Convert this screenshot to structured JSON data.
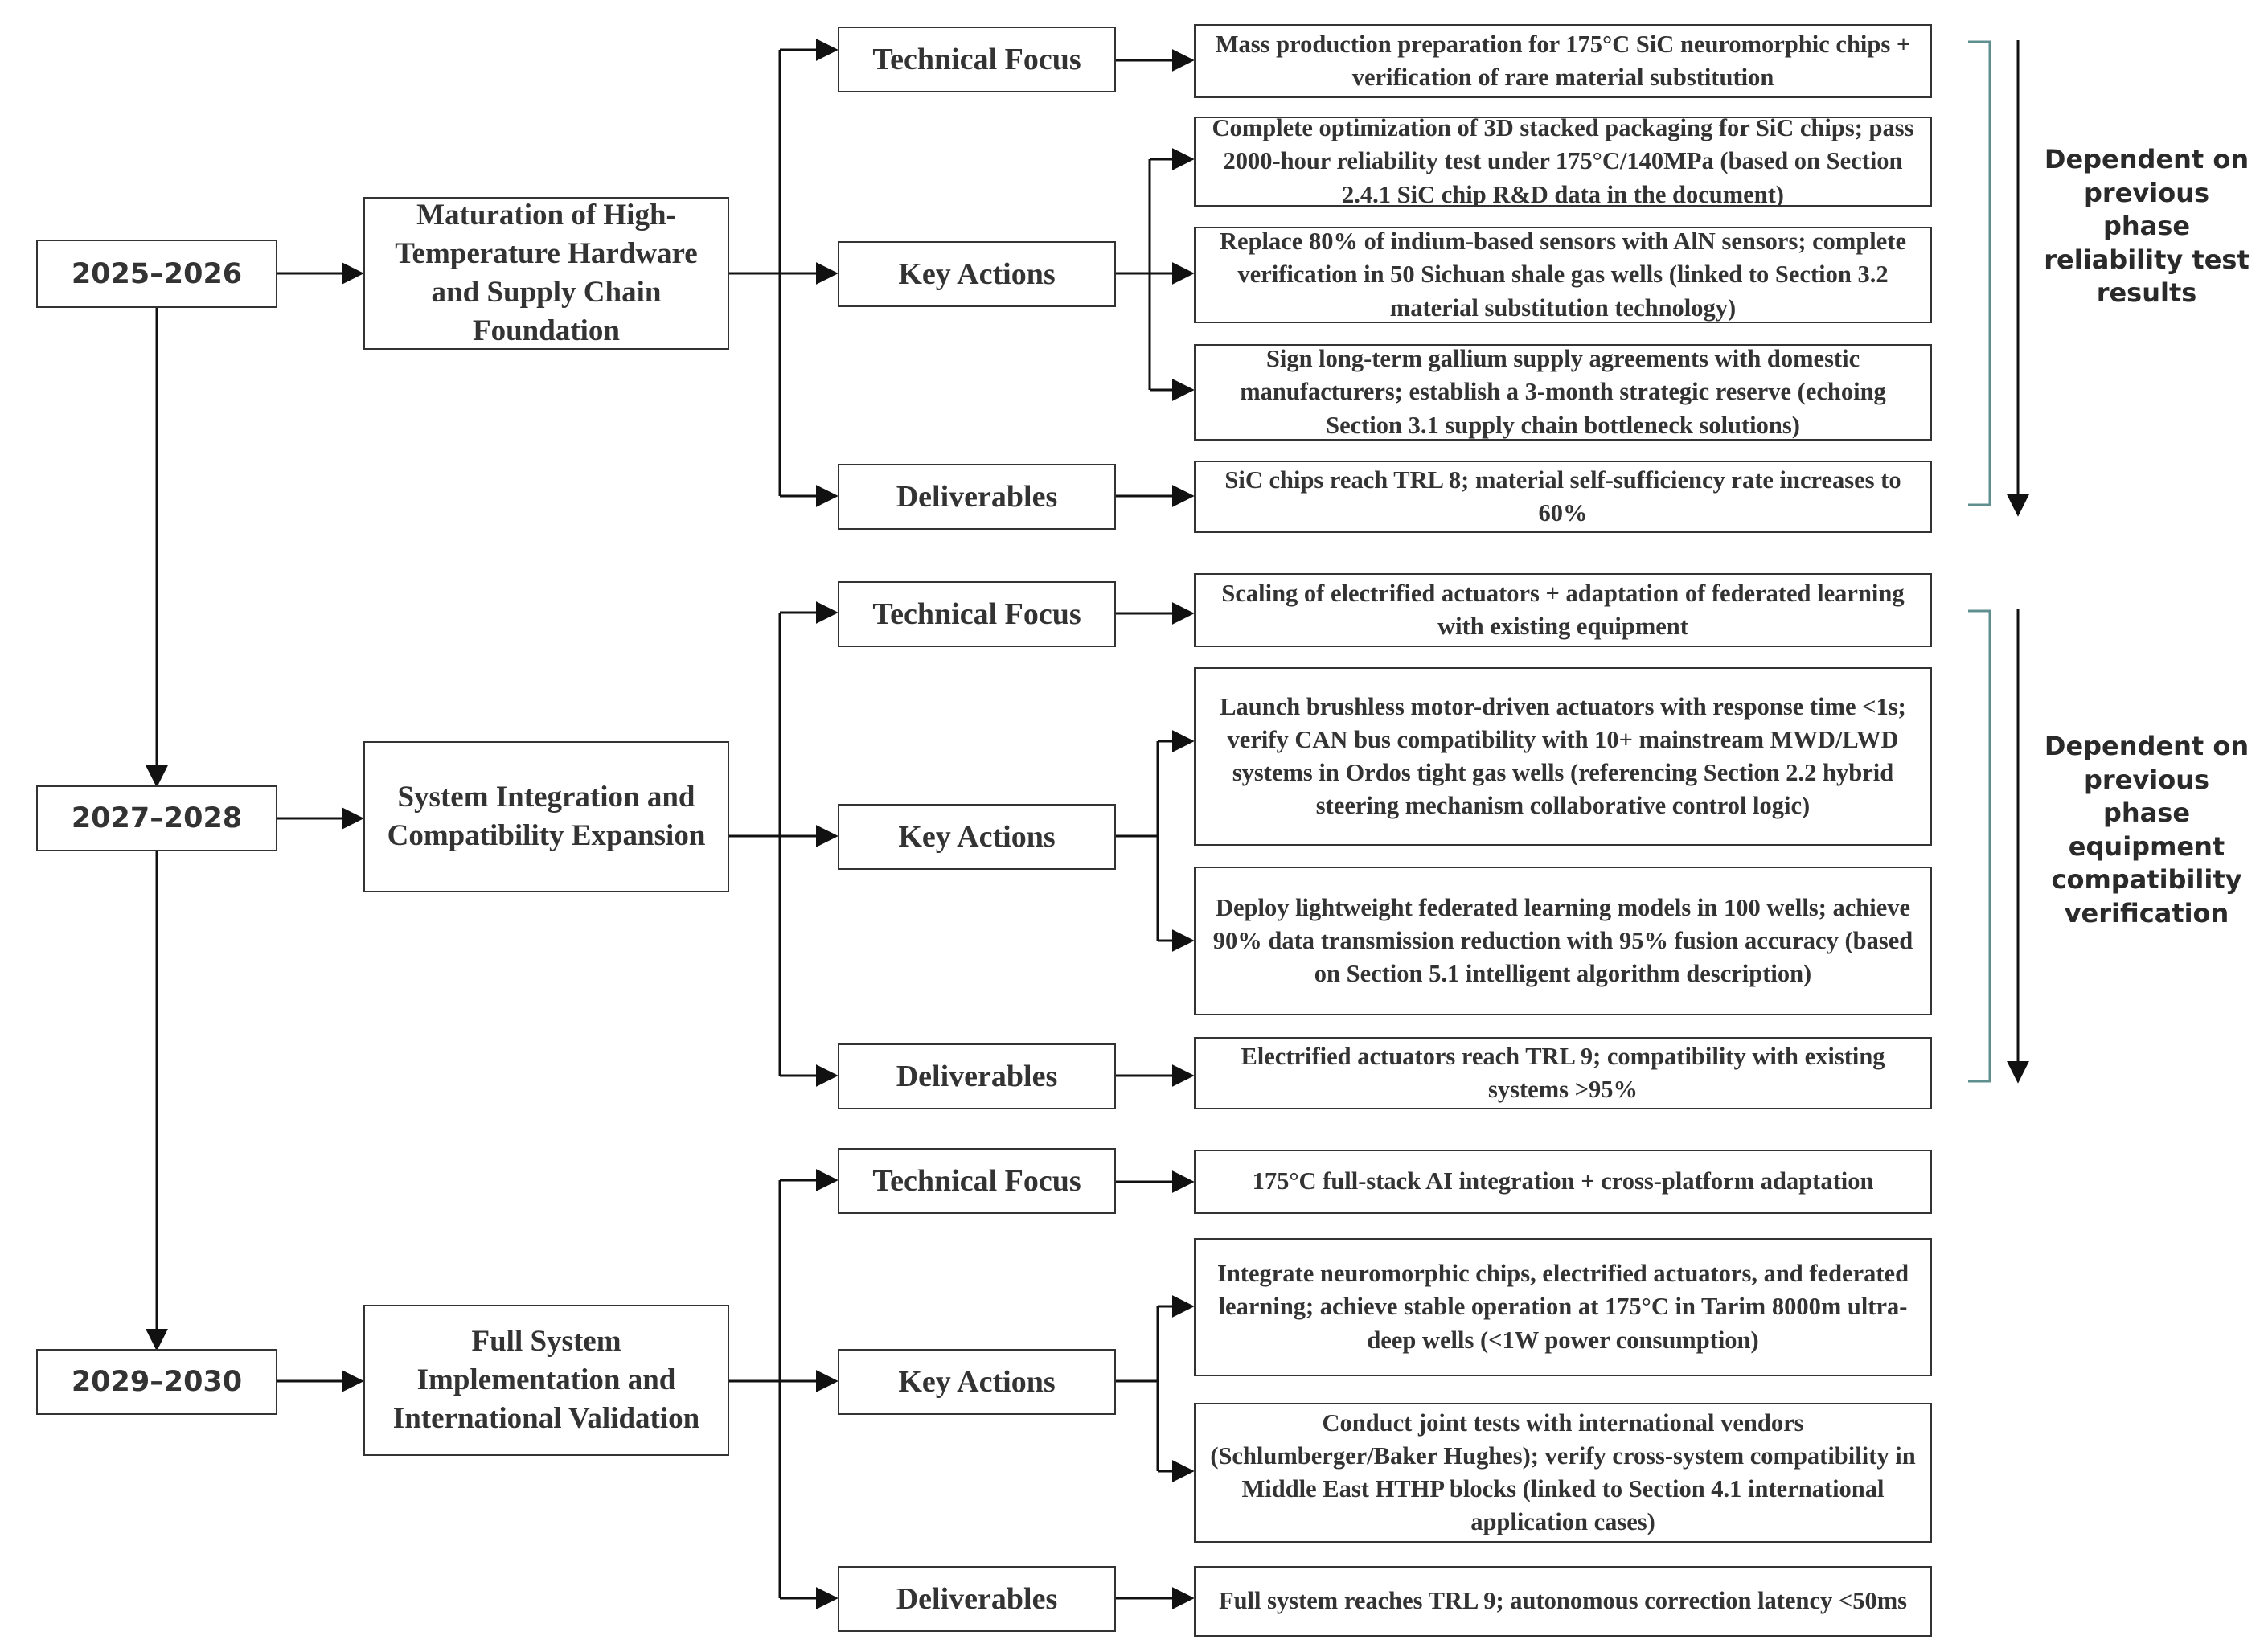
{
  "phases": [
    {
      "year": "2025–2026",
      "title": "Maturation of High-Temperature Hardware and Supply Chain Foundation",
      "technical_focus_label": "Technical Focus",
      "technical_focus": "Mass production preparation for 175°C SiC neuromorphic chips + verification of rare material substitution",
      "key_actions_label": "Key Actions",
      "key_actions": [
        "Complete optimization of 3D stacked packaging for SiC chips; pass 2000-hour reliability test under 175°C/140MPa (based on Section 2.4.1 SiC chip R&D data in the document)",
        "Replace 80% of indium-based sensors with AlN sensors; complete verification in 50 Sichuan shale gas wells (linked to Section 3.2 material substitution technology)",
        "Sign long-term gallium supply agreements with domestic manufacturers; establish a 3-month strategic reserve (echoing Section 3.1 supply chain bottleneck solutions)"
      ],
      "deliverables_label": "Deliverables",
      "deliverables": "SiC chips reach TRL 8; material self-sufficiency rate increases to 60%"
    },
    {
      "year": "2027–2028",
      "title": "System Integration and Compatibility Expansion",
      "technical_focus_label": "Technical Focus",
      "technical_focus": "Scaling of electrified actuators + adaptation of federated learning with existing equipment",
      "key_actions_label": "Key Actions",
      "key_actions": [
        "Launch brushless motor-driven actuators with response time <1s; verify CAN bus compatibility with 10+ mainstream MWD/LWD systems in Ordos tight gas wells (referencing Section 2.2 hybrid steering mechanism collaborative control logic)",
        "Deploy lightweight federated learning models in 100 wells; achieve 90% data transmission reduction with 95% fusion accuracy (based on Section 5.1 intelligent algorithm description)"
      ],
      "deliverables_label": "Deliverables",
      "deliverables": "Electrified actuators reach TRL 9; compatibility with existing systems >95%"
    },
    {
      "year": "2029–2030",
      "title": "Full System Implementation and International Validation",
      "technical_focus_label": "Technical Focus",
      "technical_focus": "175°C full-stack AI integration + cross-platform adaptation",
      "key_actions_label": "Key Actions",
      "key_actions": [
        "Integrate neuromorphic chips, electrified actuators, and federated learning; achieve stable operation at 175°C in Tarim 8000m ultra-deep wells (<1W power consumption)",
        "Conduct joint tests with international vendors (Schlumberger/Baker Hughes); verify cross-system compatibility in Middle East HTHP blocks (linked to Section 4.1 international application cases)"
      ],
      "deliverables_label": "Deliverables",
      "deliverables": "Full system reaches TRL 9; autonomous correction latency <50ms"
    }
  ],
  "dependency_notes": [
    "Dependent on previous phase reliability test results",
    "Dependent on previous phase equipment compatibility verification"
  ],
  "colors": {
    "border": "#333333",
    "bracket": "#5f8f8f",
    "text": "#333333"
  }
}
